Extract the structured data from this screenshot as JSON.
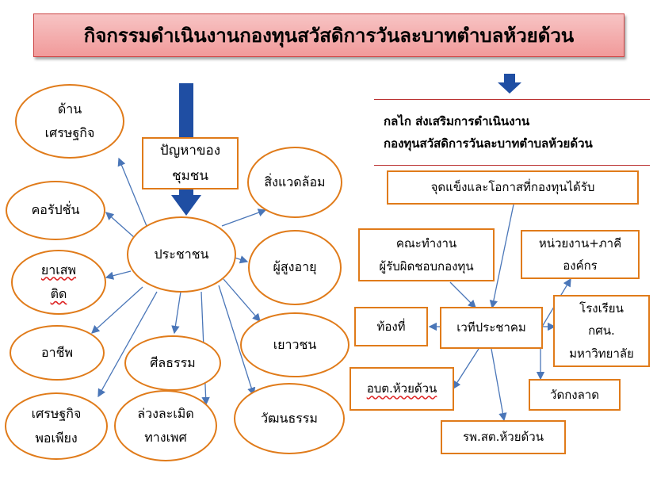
{
  "title": "กิจกรรมดำเนินงานกองทุนสวัสดิการวันละบาทตำบลห้วยด้วน",
  "left": {
    "problem_box": "ปัญหาของ\nชุมชน",
    "center": "ประชาชน",
    "nodes": [
      {
        "id": "economy",
        "label": "ด้าน\nเศรษฐกิจ"
      },
      {
        "id": "corruption",
        "label": "คอรัปชั่น"
      },
      {
        "id": "drugs",
        "label": "ยาเสพ\nติด"
      },
      {
        "id": "career",
        "label": "อาชีพ"
      },
      {
        "id": "sufficiency",
        "label": "เศรษฐกิจ\nพอเพียง"
      },
      {
        "id": "morality",
        "label": "ศีลธรรม"
      },
      {
        "id": "sexual-abuse",
        "label": "ล่วงละเมิด\nทางเพศ"
      },
      {
        "id": "culture",
        "label": "วัฒนธรรม"
      },
      {
        "id": "youth",
        "label": "เยาวชน"
      },
      {
        "id": "elderly",
        "label": "ผู้สูงอายุ"
      },
      {
        "id": "environment",
        "label": "สิ่งแวดล้อม"
      }
    ]
  },
  "right": {
    "mechanism_line1": "กลไก ส่งเสริมการดำเนินงาน",
    "mechanism_line2": "กองทุนสวัสดิการวันละบาทตำบลห้วยด้วน",
    "strengths": "จุดแข็งและโอกาสที่กองทุนได้รับ",
    "committee": "คณะทำงาน\nผู้รับผิดชอบกองทุน",
    "agencies": "หน่วยงาน+ภาคี\nองค์กร",
    "forum": "เวทีประชาคม",
    "locality": "ท้องที่",
    "schools": "โรงเรียน\nกศน.\nมหาวิทยาลัย",
    "sao": "อบต.ห้วยด้วน",
    "temple": "วัดกงลาด",
    "hospital": "รพ.สต.ห้วยด้วน"
  },
  "colors": {
    "node_border": "#e07b1a",
    "arrow": "#4a76b8",
    "big_arrow": "#1f4ea3",
    "banner": "#f4a9a9"
  }
}
